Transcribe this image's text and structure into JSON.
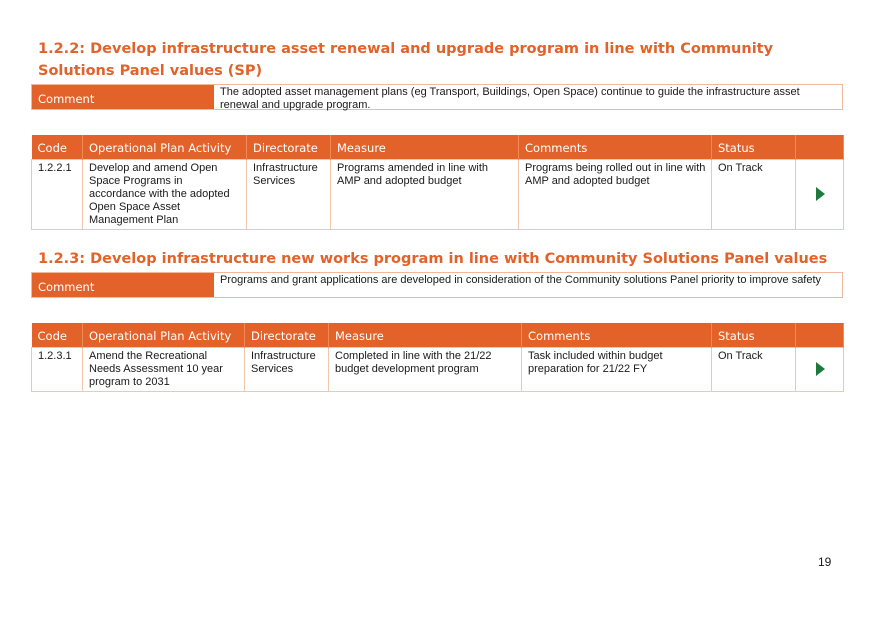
{
  "sections": [
    {
      "title": "1.2.2: Develop infrastructure asset renewal and upgrade program in line with Community Solutions Panel values (SP)",
      "comment_label": "Comment",
      "comment_text": "The adopted asset management plans (eg Transport, Buildings, Open Space) continue to guide the infrastructure asset renewal and upgrade program.",
      "headers": [
        "Code",
        "Operational Plan Activity",
        "Directorate",
        "Measure",
        "Comments",
        "Status"
      ],
      "rows": [
        {
          "code": "1.2.2.1",
          "activity": "Develop and amend Open Space Programs in accordance with the adopted Open Space Asset Management Plan",
          "directorate": "Infrastructure Services",
          "measure": "Programs amended in line with AMP and adopted budget",
          "comments": "Programs being rolled out in line with AMP and adopted budget",
          "status": "On Track"
        }
      ]
    },
    {
      "title": "1.2.3: Develop infrastructure new works program in line with Community Solutions Panel values (SP)",
      "comment_label": "Comment",
      "comment_text": "Programs and grant applications are developed in consideration of the Community solutions Panel priority to improve safety",
      "headers": [
        "Code",
        "Operational Plan Activity",
        "Directorate",
        "Measure",
        "Comments",
        "Status"
      ],
      "rows": [
        {
          "code": "1.2.3.1",
          "activity": "Amend the Recreational Needs Assessment 10 year program to 2031",
          "directorate": "Infrastructure Services",
          "measure": "Completed in line with the 21/22 budget development program",
          "comments": "Task included within budget preparation for 21/22 FY",
          "status": "On Track"
        }
      ]
    }
  ],
  "page_number": "19",
  "colors": {
    "accent": "#e2622a",
    "border": "#f3c5ac",
    "arrow": "#1e7a3c"
  },
  "icons": {
    "row_action": "play-icon"
  }
}
